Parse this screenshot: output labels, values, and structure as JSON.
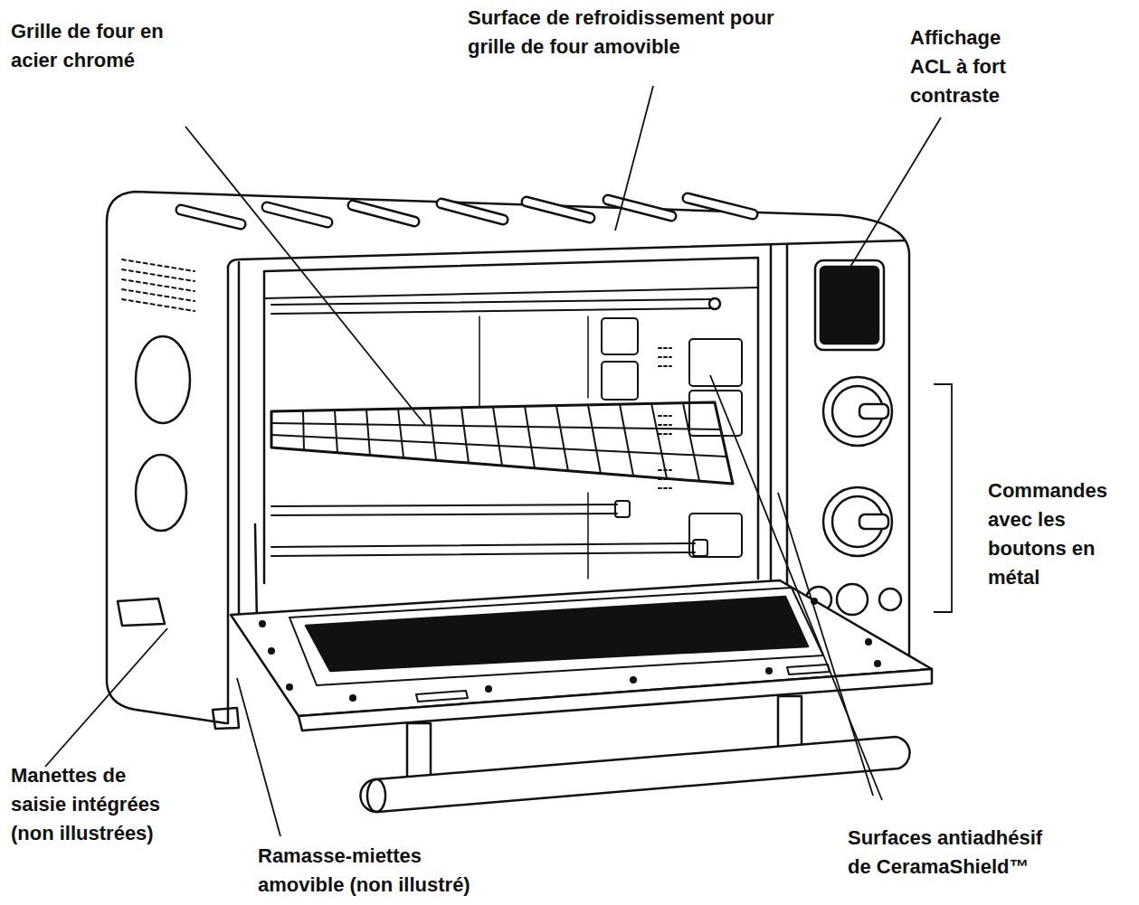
{
  "diagram": {
    "labels": [
      "Grille de four en acier chromé",
      "Surface de refroidissement pour grille de four amovible",
      "Affichage ACL à fort contraste",
      "Commandes avec les boutons en métal",
      "Manettes de saisie intégrées (non illustrées)",
      "Ramasse-miettes amovible (non illustré)",
      "Surfaces antiadhésif de CeramaShield™"
    ]
  }
}
